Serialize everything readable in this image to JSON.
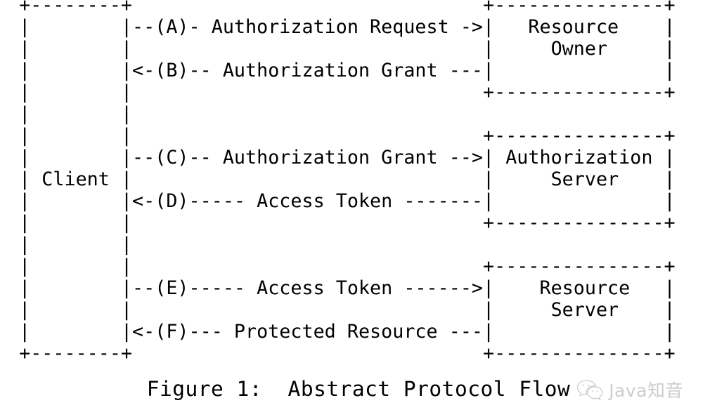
{
  "figure": {
    "caption": "Figure 1:  Abstract Protocol Flow",
    "type": "ascii-sequence-diagram",
    "title": "Abstract Protocol Flow",
    "number": "1"
  },
  "nodes": {
    "client": {
      "label": "Client",
      "side": "left"
    },
    "resource_owner": {
      "label_line1": "Resource",
      "label_line2": "Owner",
      "side": "right"
    },
    "authorization_server": {
      "label_line1": "Authorization",
      "label_line2": "Server",
      "side": "right"
    },
    "resource_server": {
      "label_line1": "Resource",
      "label_line2": "Server",
      "side": "right"
    }
  },
  "flows": [
    {
      "step": "A",
      "label": "Authorization Request",
      "from": "Client",
      "to": "Resource Owner",
      "direction": "right"
    },
    {
      "step": "B",
      "label": "Authorization Grant",
      "from": "Resource Owner",
      "to": "Client",
      "direction": "left"
    },
    {
      "step": "C",
      "label": "Authorization Grant",
      "from": "Client",
      "to": "Authorization Server",
      "direction": "right"
    },
    {
      "step": "D",
      "label": "Access Token",
      "from": "Authorization Server",
      "to": "Client",
      "direction": "left"
    },
    {
      "step": "E",
      "label": "Access Token",
      "from": "Client",
      "to": "Resource Server",
      "direction": "right"
    },
    {
      "step": "F",
      "label": "Protected Resource",
      "from": "Resource Server",
      "to": "Client",
      "direction": "left"
    }
  ],
  "ascii": {
    "rows": [
      " +--------+                               +---------------+",
      " |        |--(A)- Authorization Request ->|   Resource    |",
      " |        |                               |     Owner     |",
      " |        |<-(B)-- Authorization Grant ---|               |",
      " |        |                               +---------------+",
      " |        |",
      " |        |                               +---------------+",
      " |        |--(C)-- Authorization Grant -->| Authorization |",
      " | Client |                               |     Server    |",
      " |        |<-(D)----- Access Token -------|               |",
      " |        |                               +---------------+",
      " |        |",
      " |        |                               +---------------+",
      " |        |--(E)----- Access Token ------>|    Resource   |",
      " |        |                               |     Server    |",
      " |        |<-(F)--- Protected Resource ---|               |",
      " +--------+                               +---------------+"
    ],
    "display_rows": [
      " +--------+                    +-------------+",
      " |        |--(A)- Authorization Request ->|   Resource   |",
      " |        |                    |    Owner     |",
      " |        |<-(B)-- Authorization Grant ---|              |",
      " |        |                    +-------------+"
    ]
  },
  "watermark": {
    "text": "Java知音",
    "icon": "wechat-icon",
    "color": "#8a8a8a"
  },
  "colors": {
    "background": "#ffffff",
    "ink": "#000000",
    "watermark": "#8a8a8a"
  }
}
